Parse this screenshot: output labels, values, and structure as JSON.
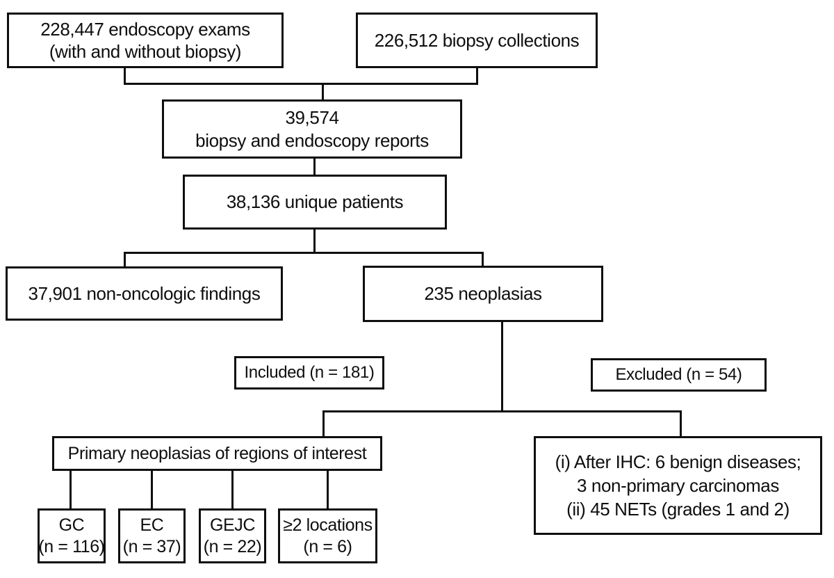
{
  "diagram": {
    "type": "flowchart",
    "background_color": "#ffffff",
    "line_color": "#0e0e0e",
    "nodes": {
      "exams": {
        "line1": "228,447 endoscopy exams",
        "line2": "(with and without biopsy)"
      },
      "biopsy_collections": {
        "line1": "226,512 biopsy collections"
      },
      "reports": {
        "line1": "39,574",
        "line2": "biopsy and endoscopy reports"
      },
      "unique_patients": {
        "line1": "38,136 unique patients"
      },
      "non_oncologic": {
        "line1": "37,901 non-oncologic findings"
      },
      "neoplasias": {
        "line1": "235 neoplasias"
      },
      "included_label": {
        "line1": "Included (n = 181)"
      },
      "excluded_label": {
        "line1": "Excluded (n = 54)"
      },
      "primary_neoplasias": {
        "line1": "Primary neoplasias of regions of interest"
      },
      "exclusion_details": {
        "line1": "(i) After IHC: 6 benign diseases;",
        "line2": "3 non-primary carcinomas",
        "line3": "(ii) 45 NETs (grades 1 and 2)"
      },
      "gc": {
        "line1": "GC",
        "line2": "(n = 116)"
      },
      "ec": {
        "line1": "EC",
        "line2": "(n = 37)"
      },
      "gejc": {
        "line1": "GEJC",
        "line2": "(n = 22)"
      },
      "multi_location": {
        "line1": "≥2 locations",
        "line2": "(n = 6)"
      }
    }
  }
}
